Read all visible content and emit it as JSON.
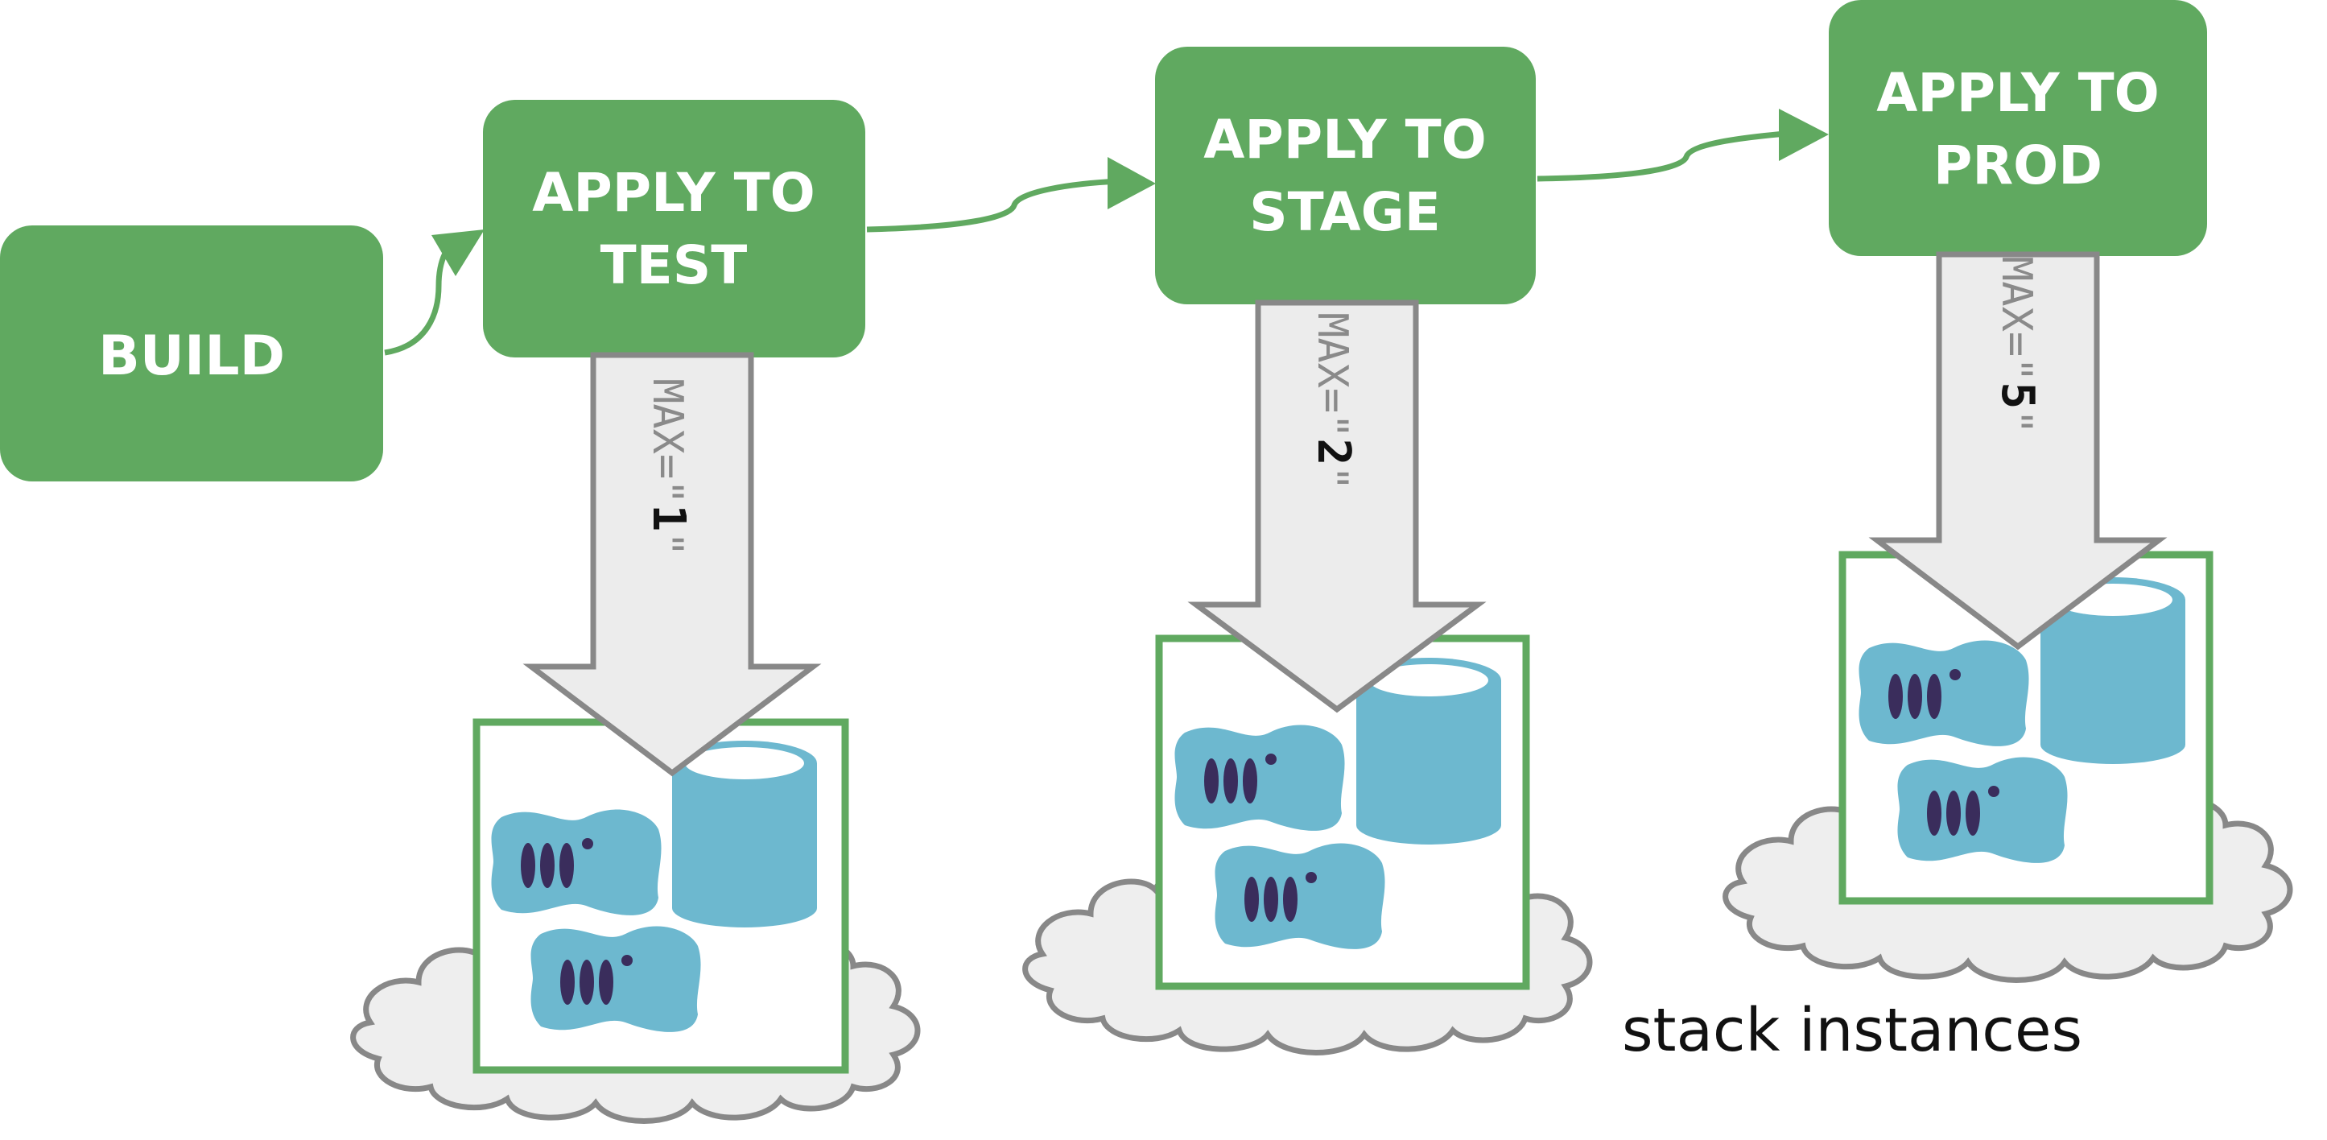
{
  "stages": [
    {
      "id": "build",
      "lines": [
        "BUILD"
      ]
    },
    {
      "id": "test",
      "lines": [
        "APPLY TO",
        "TEST"
      ]
    },
    {
      "id": "stage",
      "lines": [
        "APPLY TO",
        "STAGE"
      ]
    },
    {
      "id": "prod",
      "lines": [
        "APPLY TO",
        "PROD"
      ]
    }
  ],
  "limits": [
    {
      "env": "test",
      "prefix": "MAX=\"",
      "value": "1",
      "suffix": "\""
    },
    {
      "env": "stage",
      "prefix": "MAX=\"",
      "value": "2",
      "suffix": "\""
    },
    {
      "env": "prod",
      "prefix": "MAX=\"",
      "value": "5",
      "suffix": "\""
    }
  ],
  "caption": "stack instances",
  "colors": {
    "stage_box": "#60a960",
    "flow_arrow": "#60a960",
    "down_arrow_fill": "#ececec",
    "down_arrow_stroke": "#888888",
    "cloud_fill": "#eeeeee",
    "cloud_stroke": "#888888",
    "instance_frame": "#60a960",
    "server_fill": "#6db8cf",
    "server_dots": "#3a2d5c"
  },
  "icons": [
    "server-icon",
    "database-icon",
    "cloud-icon"
  ]
}
